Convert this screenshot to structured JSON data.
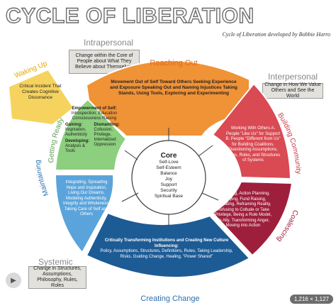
{
  "title": "CYCLE OF LIBERATION",
  "credit": "Cycle of Liberation developed by Bobbie Harro",
  "levels": {
    "intrapersonal": {
      "label": "Intrapersonal",
      "box": "Change within the Core of People about What They Believe about Themselves"
    },
    "interpersonal": {
      "label": "Interpersonal",
      "box": "Change in How We Value Others and See the World"
    },
    "systemic": {
      "label": "Systemic",
      "box": "Change in Structures, Assumptions, Philosophy, Rules, Roles"
    }
  },
  "waking_up": {
    "label": "Waking Up",
    "text": "Critical Incident That Creates Cognitive Dissonance"
  },
  "getting_ready": {
    "label": "Getting Ready",
    "empowerment": "Empowerment of Self:",
    "empowerment_items": "Introspection, Education Consciousness Raising",
    "gaining": "Gaining:",
    "gaining_items": "Inspiration, Authenticity",
    "dismantling": "Dismantling:",
    "dismantling_items": "Collusion, Privilege, Internalized Oppression",
    "developing": "Developing:",
    "developing_items": "Analysis & Tools"
  },
  "reaching_out": {
    "label": "Reaching Out",
    "text": "Movement Out of Self Toward Others Seeking Experience and Exposure Speaking Out and Naming Injustices Taking Stands, Using Tools, Exploring and Experimenting"
  },
  "building_community": {
    "label": "Building Community",
    "text": "Working With Others A. People \"Like Us\" for Support B. People \"Different from Us\" for Building Coalitions, Questioning Assumptions, Rules, Roles, and Structures of Systems"
  },
  "coalescing": {
    "label": "Coalescing",
    "text": "Organizing, Action Planning, Lobbying, Fund Raising, Educating, Reframing Reality, Refusing to Collude or Take Privilege, Being a Role Model, an Ally, Transforming Anger, Moving into Action"
  },
  "creating_change": {
    "label": "Creating Change",
    "heading": "Critically Transforming Institutions and Creating New Culture",
    "influencing": "Influencing:",
    "text": "Policy, Assumptions, Structures, Definitions, Rules, Taking Leadership, Risks, Guiding Change, Healing, \"Power Shared\""
  },
  "maintaining": {
    "label": "Maintaining",
    "text": "Integrating, Spreading Hope and Inspiration, Living Our Dreams, Modeling Authenticity, Integrity and Wholeness, Taking Care of Self and Others"
  },
  "core": {
    "label": "Core",
    "items": [
      "Self-Love",
      "Self-Esteem",
      "Balance",
      "Joy",
      "Support",
      "Security",
      "Spiritual Base"
    ]
  },
  "image_size": "1,216 × 1,127",
  "colors": {
    "waking": "#f6d35e",
    "getting": "#8ccf7e",
    "reaching": "#f09236",
    "building": "#d94a53",
    "coalescing": "#9e1f3c",
    "creating": "#1d5b95",
    "maintaining": "#5ba4db",
    "label_green": "#5e9e4e",
    "label_orange": "#e06a1e",
    "label_red": "#cc3a47",
    "label_blue": "#2a6fb0"
  }
}
